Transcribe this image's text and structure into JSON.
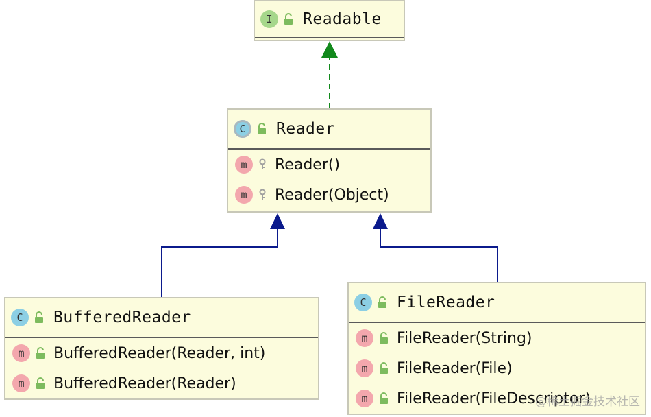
{
  "nodes": {
    "readable": {
      "kind": "I",
      "name": "Readable",
      "members": []
    },
    "reader": {
      "kind": "C",
      "name": "Reader",
      "members": [
        "Reader()",
        "Reader(Object)"
      ]
    },
    "buffered_reader": {
      "kind": "C",
      "name": "BufferedReader",
      "members": [
        "BufferedReader(Reader, int)",
        "BufferedReader(Reader)"
      ]
    },
    "file_reader": {
      "kind": "C",
      "name": "FileReader",
      "members": [
        "FileReader(String)",
        "FileReader(File)",
        "FileReader(FileDescriptor)"
      ]
    }
  },
  "member_badge": "m",
  "edges": [
    {
      "from": "Reader",
      "to": "Readable",
      "type": "implements",
      "color": "#12891c"
    },
    {
      "from": "BufferedReader",
      "to": "Reader",
      "type": "extends",
      "color": "#0b1a8c"
    },
    {
      "from": "FileReader",
      "to": "Reader",
      "type": "extends",
      "color": "#0b1a8c"
    }
  ],
  "colors": {
    "box_fill": "#fcfcdd",
    "interface_badge": "#a6d78b",
    "class_badge": "#8ccfe4",
    "method_badge": "#f3a7ad"
  },
  "watermark": "@稀土掘金技术社区"
}
